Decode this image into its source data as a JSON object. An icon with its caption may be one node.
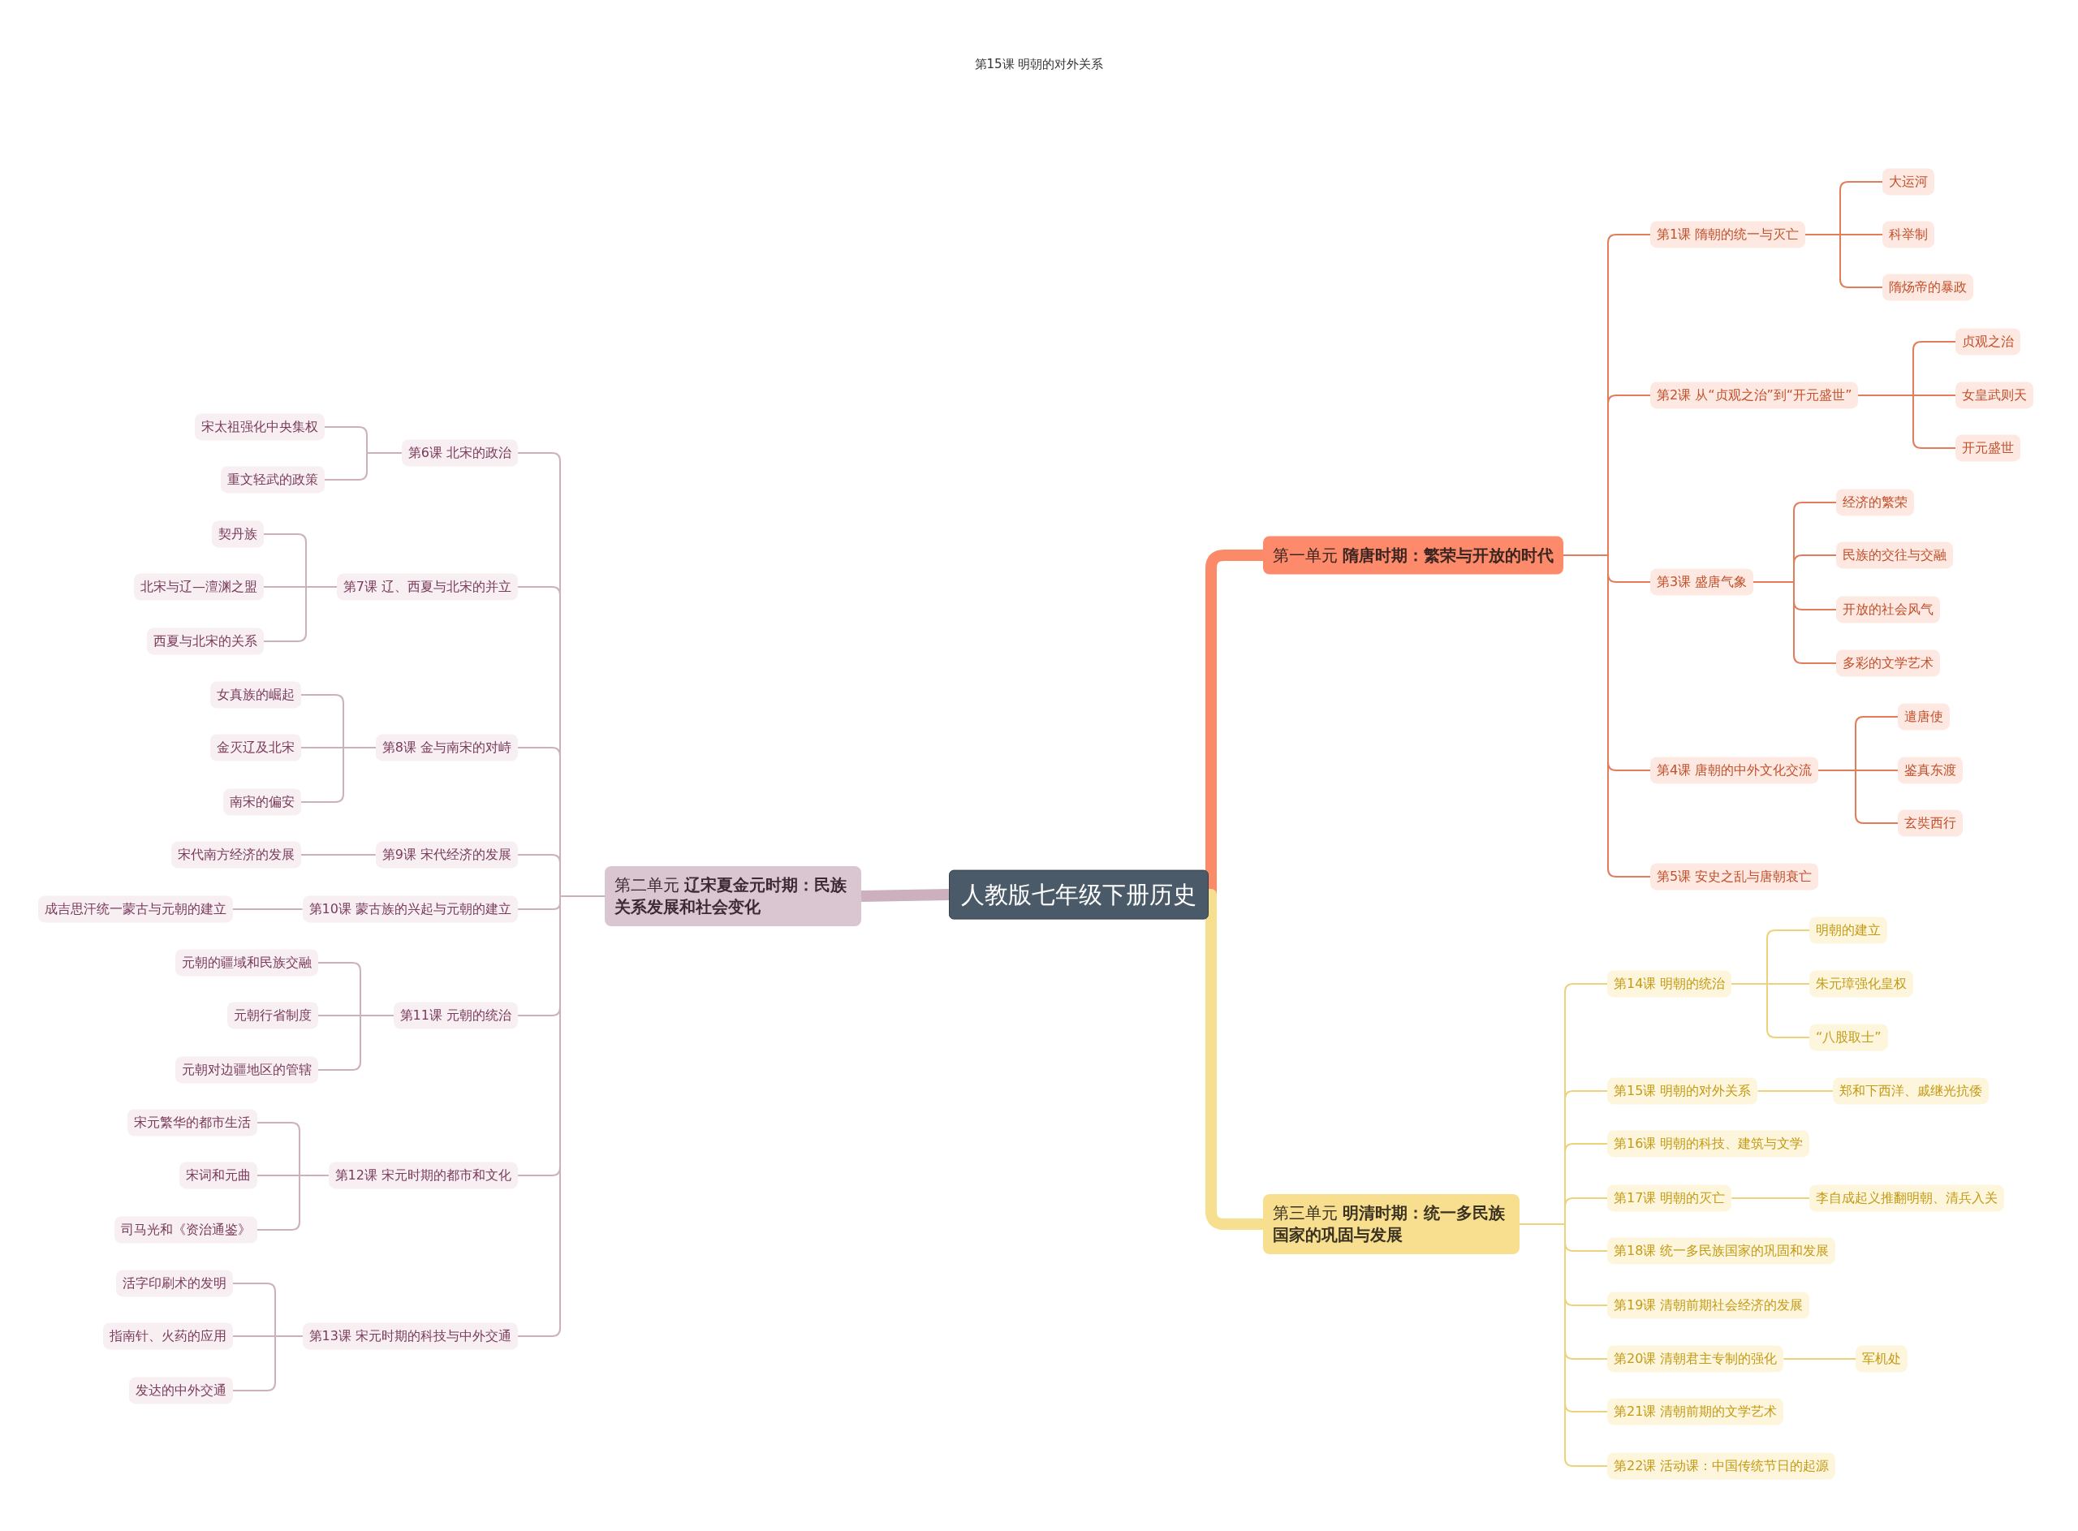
{
  "diagram": {
    "title": "第15课 明朝的对外关系",
    "nodes": [
      {
        "text": [
          "人教版七年级下册历史"
        ]
      },
      {
        "text": [
          "第一单元 **隋唐时期：繁荣与开放的时代**"
        ]
      },
      {
        "text": [
          "第1课 隋朝的统一与灭亡"
        ]
      },
      {
        "text": [
          "大运河"
        ]
      },
      {
        "text": [
          "科举制"
        ]
      },
      {
        "text": [
          "隋炀帝的暴政"
        ]
      },
      {
        "text": [
          "第2课 从“贞观之治”到“开元盛世”"
        ]
      },
      {
        "text": [
          "贞观之治"
        ]
      },
      {
        "text": [
          "女皇武则天"
        ]
      },
      {
        "text": [
          "开元盛世"
        ]
      },
      {
        "text": [
          "第3课 盛唐气象"
        ]
      },
      {
        "text": [
          "经济的繁荣"
        ]
      },
      {
        "text": [
          "民族的交往与交融"
        ]
      },
      {
        "text": [
          "开放的社会风气"
        ]
      },
      {
        "text": [
          "多彩的文学艺术"
        ]
      },
      {
        "text": [
          "第4课 唐朝的中外文化交流"
        ]
      },
      {
        "text": [
          "遣唐使"
        ]
      },
      {
        "text": [
          "鉴真东渡"
        ]
      },
      {
        "text": [
          "玄奘西行"
        ]
      },
      {
        "text": [
          "第5课 安史之乱与唐朝衰亡"
        ]
      },
      {
        "text": [
          "第二单元 **辽宋夏金元时期：民族关系发展和社会变化**"
        ]
      },
      {
        "text": [
          "第6课 北宋的政治"
        ]
      },
      {
        "text": [
          "宋太祖强化中央集权"
        ]
      },
      {
        "text": [
          "重文轻武的政策"
        ]
      },
      {
        "text": [
          "第7课 辽、西夏与北宋的并立"
        ]
      },
      {
        "text": [
          "契丹族"
        ]
      },
      {
        "text": [
          "北宋与辽—澶渊之盟"
        ]
      },
      {
        "text": [
          "西夏与北宋的关系"
        ]
      },
      {
        "text": [
          "第8课 金与南宋的对峙"
        ]
      },
      {
        "text": [
          "女真族的崛起"
        ]
      },
      {
        "text": [
          "金灭辽及北宋"
        ]
      },
      {
        "text": [
          "南宋的偏安"
        ]
      },
      {
        "text": [
          "第9课 宋代经济的发展"
        ]
      },
      {
        "text": [
          "宋代南方经济的发展"
        ]
      },
      {
        "text": [
          "第10课 蒙古族的兴起与元朝的建立"
        ]
      },
      {
        "text": [
          "成吉思汗统一蒙古与元朝的建立"
        ]
      },
      {
        "text": [
          "第11课 元朝的统治"
        ]
      },
      {
        "text": [
          "元朝的疆域和民族交融"
        ]
      },
      {
        "text": [
          "元朝行省制度"
        ]
      },
      {
        "text": [
          "元朝对边疆地区的管辖"
        ]
      },
      {
        "text": [
          "第12课 宋元时期的都市和文化"
        ]
      },
      {
        "text": [
          "宋元繁华的都市生活"
        ]
      },
      {
        "text": [
          "宋词和元曲"
        ]
      },
      {
        "text": [
          "司马光和《资治通鉴》"
        ]
      },
      {
        "text": [
          "第13课 宋元时期的科技与中外交通"
        ]
      },
      {
        "text": [
          "活字印刷术的发明"
        ]
      },
      {
        "text": [
          "指南针、火药的应用"
        ]
      },
      {
        "text": [
          "发达的中外交通"
        ]
      },
      {
        "text": [
          "第三单元 **明清时期：统一多民族国家的巩固与发展**"
        ]
      },
      {
        "text": [
          "第14课 明朝的统治"
        ]
      },
      {
        "text": [
          "明朝的建立"
        ]
      },
      {
        "text": [
          "朱元璋强化皇权"
        ]
      },
      {
        "text": [
          "“八股取士”"
        ]
      },
      {
        "text": [
          "第15课 明朝的对外关系"
        ]
      },
      {
        "text": [
          "郑和下西洋、戚继光抗倭"
        ]
      },
      {
        "text": [
          "第16课 明朝的科技、建筑与文学"
        ]
      },
      {
        "text": [
          "第17课 明朝的灭亡"
        ]
      },
      {
        "text": [
          "李自成起义推翻明朝、清兵入关"
        ]
      },
      {
        "text": [
          "第18课 统一多民族国家的巩固和发展"
        ]
      },
      {
        "text": [
          "第19课 清朝前期社会经济的发展"
        ]
      },
      {
        "text": [
          "第20课 清朝君主专制的强化"
        ]
      },
      {
        "text": [
          "军机处"
        ]
      },
      {
        "text": [
          "第21课 清朝前期的文学艺术"
        ]
      },
      {
        "text": [
          "第22课 活动课：中国传统节日的起源"
        ]
      }
    ],
    "edges": [
      {
        "from": 0,
        "to": 1,
        "arrow": "none",
        "style": "thick",
        "color": "#fb8a68"
      },
      {
        "from": 1,
        "to": 2,
        "arrow": "none",
        "color": "#e27d5b"
      },
      {
        "from": 2,
        "to": 3,
        "arrow": "none",
        "color": "#e27d5b"
      },
      {
        "from": 2,
        "to": 4,
        "arrow": "none",
        "color": "#e27d5b"
      },
      {
        "from": 2,
        "to": 5,
        "arrow": "none",
        "color": "#e27d5b"
      },
      {
        "from": 1,
        "to": 6,
        "arrow": "none",
        "color": "#e27d5b"
      },
      {
        "from": 6,
        "to": 7,
        "arrow": "none",
        "color": "#e27d5b"
      },
      {
        "from": 6,
        "to": 8,
        "arrow": "none",
        "color": "#e27d5b"
      },
      {
        "from": 6,
        "to": 9,
        "arrow": "none",
        "color": "#e27d5b"
      },
      {
        "from": 1,
        "to": 10,
        "arrow": "none",
        "color": "#e27d5b"
      },
      {
        "from": 10,
        "to": 11,
        "arrow": "none",
        "color": "#e27d5b"
      },
      {
        "from": 10,
        "to": 12,
        "arrow": "none",
        "color": "#e27d5b"
      },
      {
        "from": 10,
        "to": 13,
        "arrow": "none",
        "color": "#e27d5b"
      },
      {
        "from": 10,
        "to": 14,
        "arrow": "none",
        "color": "#e27d5b"
      },
      {
        "from": 1,
        "to": 15,
        "arrow": "none",
        "color": "#e27d5b"
      },
      {
        "from": 15,
        "to": 16,
        "arrow": "none",
        "color": "#e27d5b"
      },
      {
        "from": 15,
        "to": 17,
        "arrow": "none",
        "color": "#e27d5b"
      },
      {
        "from": 15,
        "to": 18,
        "arrow": "none",
        "color": "#e27d5b"
      },
      {
        "from": 1,
        "to": 19,
        "arrow": "none",
        "color": "#e27d5b"
      },
      {
        "from": 0,
        "to": 20,
        "arrow": "none",
        "style": "thick"
      },
      {
        "from": 20,
        "to": 21,
        "arrow": "none"
      },
      {
        "from": 21,
        "to": 22,
        "arrow": "none"
      },
      {
        "from": 21,
        "to": 23,
        "arrow": "none"
      },
      {
        "from": 20,
        "to": 24,
        "arrow": "none"
      },
      {
        "from": 24,
        "to": 25,
        "arrow": "none"
      },
      {
        "from": 24,
        "to": 26,
        "arrow": "none"
      },
      {
        "from": 24,
        "to": 27,
        "arrow": "none"
      },
      {
        "from": 20,
        "to": 28,
        "arrow": "none"
      },
      {
        "from": 28,
        "to": 29,
        "arrow": "none"
      },
      {
        "from": 28,
        "to": 30,
        "arrow": "none"
      },
      {
        "from": 28,
        "to": 31,
        "arrow": "none"
      },
      {
        "from": 20,
        "to": 32,
        "arrow": "none"
      },
      {
        "from": 32,
        "to": 33,
        "arrow": "none"
      },
      {
        "from": 20,
        "to": 34,
        "arrow": "none"
      },
      {
        "from": 34,
        "to": 35,
        "arrow": "none"
      },
      {
        "from": 20,
        "to": 36,
        "arrow": "none"
      },
      {
        "from": 36,
        "to": 37,
        "arrow": "none"
      },
      {
        "from": 36,
        "to": 38,
        "arrow": "none"
      },
      {
        "from": 36,
        "to": 39,
        "arrow": "none"
      },
      {
        "from": 20,
        "to": 40,
        "arrow": "none"
      },
      {
        "from": 40,
        "to": 41,
        "arrow": "none"
      },
      {
        "from": 40,
        "to": 42,
        "arrow": "none"
      },
      {
        "from": 40,
        "to": 43,
        "arrow": "none"
      },
      {
        "from": 20,
        "to": 44,
        "arrow": "none"
      },
      {
        "from": 44,
        "to": 45,
        "arrow": "none"
      },
      {
        "from": 44,
        "to": 46,
        "arrow": "none"
      },
      {
        "from": 44,
        "to": 47,
        "arrow": "none"
      },
      {
        "from": 0,
        "to": 48,
        "arrow": "none",
        "style": "thick",
        "color": "#f7df90"
      },
      {
        "from": 48,
        "to": 49,
        "arrow": "none",
        "color": "#edd27a"
      },
      {
        "from": 49,
        "to": 50,
        "arrow": "none",
        "color": "#edd27a"
      },
      {
        "from": 49,
        "to": 51,
        "arrow": "none",
        "color": "#edd27a"
      },
      {
        "from": 49,
        "to": 52,
        "arrow": "none",
        "color": "#edd27a"
      },
      {
        "from": 48,
        "to": 53,
        "arrow": "none",
        "color": "#edd27a"
      },
      {
        "from": 53,
        "to": 54,
        "arrow": "none",
        "color": "#edd27a"
      },
      {
        "from": 48,
        "to": 55,
        "arrow": "none",
        "color": "#edd27a"
      },
      {
        "from": 48,
        "to": 56,
        "arrow": "none",
        "color": "#edd27a"
      },
      {
        "from": 56,
        "to": 57,
        "arrow": "none",
        "color": "#edd27a"
      },
      {
        "from": 48,
        "to": 58,
        "arrow": "none",
        "color": "#edd27a"
      },
      {
        "from": 48,
        "to": 59,
        "arrow": "none",
        "color": "#edd27a"
      },
      {
        "from": 48,
        "to": 60,
        "arrow": "none",
        "color": "#edd27a"
      },
      {
        "from": 60,
        "to": 61,
        "arrow": "none",
        "color": "#edd27a"
      },
      {
        "from": 48,
        "to": 62,
        "arrow": "none",
        "color": "#edd27a"
      },
      {
        "from": 48,
        "to": 63,
        "arrow": "none",
        "color": "#edd27a"
      }
    ]
  }
}
